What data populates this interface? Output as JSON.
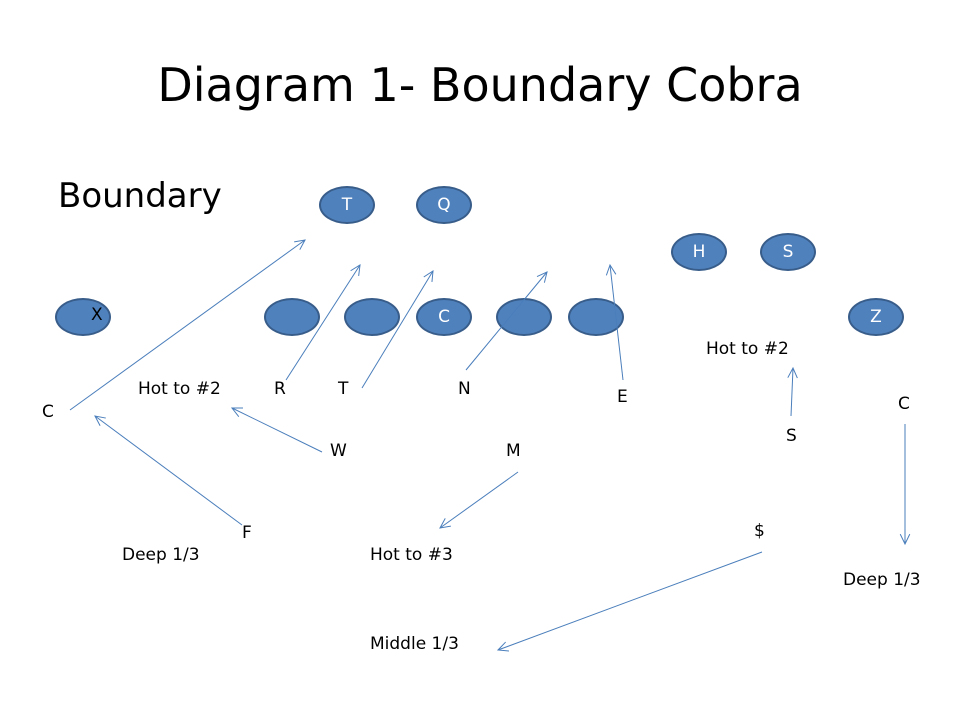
{
  "title": "Diagram 1- Boundary Cobra",
  "side_label": "Boundary",
  "offense": {
    "tailback": "T",
    "quarterback": "Q",
    "h_back": "H",
    "slot": "S",
    "split_x": "X",
    "center": "C",
    "split_z": "Z",
    "lineman_left_tackle": "",
    "lineman_left_guard": "",
    "lineman_right_guard": "",
    "lineman_right_tackle": ""
  },
  "defense": {
    "boundary_corner": "C",
    "rush": "R",
    "tackle": "T",
    "nose": "N",
    "end": "E",
    "will": "W",
    "mike": "M",
    "free_safety": "F",
    "money": "$",
    "strong_safety": "S",
    "field_corner": "C"
  },
  "assignments": {
    "will": "Hot to #2",
    "strong_safety": "Hot to #2",
    "free_safety": "Deep 1/3",
    "mike": "Hot to #3",
    "money": "Middle 1/3",
    "field_corner": "Deep 1/3"
  },
  "colors": {
    "player_fill": "#4f81bd",
    "player_border": "#385d8a",
    "route_line": "#4a7ebb"
  }
}
